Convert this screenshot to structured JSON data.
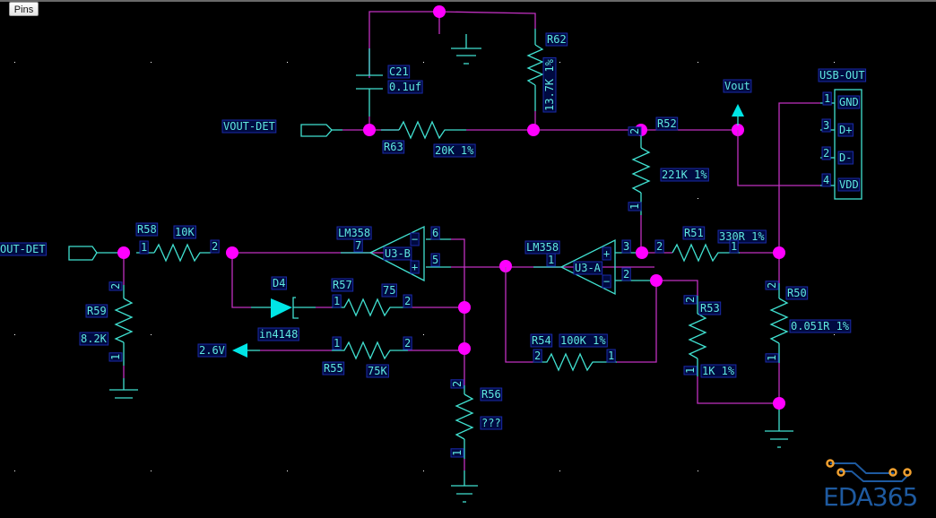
{
  "toolbar": {
    "pins_label": "Pins"
  },
  "colors": {
    "background": "#000000",
    "wire": "#c030c0",
    "component": "#40e0d0",
    "junction": "#ff00ff",
    "text": "#5fe8e0",
    "label_box": "#1a2aa8",
    "power_arrow": "#00e5e5",
    "logo_blue": "#1e5aa0",
    "logo_orange": "#f0a030"
  },
  "nets": {
    "vout_det_top": "VOUT-DET",
    "vout_det_left": "OUT-DET",
    "vout": "Vout",
    "ref_2v6": "2.6V"
  },
  "components": {
    "c21": {
      "ref": "C21",
      "value": "0.1uf"
    },
    "r62": {
      "ref": "R62",
      "value": "13.7K 1%"
    },
    "r63": {
      "ref": "R63",
      "value": "20K 1%"
    },
    "r52": {
      "ref": "R52",
      "value": "221K 1%",
      "pin_top": "2",
      "pin_bottom": "1"
    },
    "r58": {
      "ref": "R58",
      "value": "10K",
      "pin1": "1",
      "pin2": "2"
    },
    "r59": {
      "ref": "R59",
      "value": "8.2K",
      "pin_top": "2",
      "pin_bottom": "1"
    },
    "d4": {
      "ref": "D4",
      "value": "in4148"
    },
    "r57": {
      "ref": "R57",
      "value": "75",
      "pin1": "1",
      "pin2": "2"
    },
    "r55": {
      "ref": "R55",
      "value": "75K",
      "pin1": "1",
      "pin2": "2"
    },
    "r56": {
      "ref": "R56",
      "value": "???",
      "pin_top": "2",
      "pin_bottom": "1"
    },
    "u3b": {
      "ref": "U3-B",
      "part": "LM358",
      "pin_out": "7",
      "pin_minus": "6",
      "pin_plus": "5",
      "minus": "−",
      "plus": "+"
    },
    "u3a": {
      "ref": "U3-A",
      "part": "LM358",
      "pin_out": "1",
      "pin_plus": "3",
      "pin_minus": "2",
      "minus": "−",
      "plus": "+"
    },
    "r51": {
      "ref": "R51",
      "value": "330R 1%",
      "pin1": "1",
      "pin2": "2"
    },
    "r54": {
      "ref": "R54",
      "value": "100K 1%",
      "pin1": "1",
      "pin2": "2"
    },
    "r53": {
      "ref": "R53",
      "value": "1K 1%",
      "pin_top": "2",
      "pin_bottom": "1"
    },
    "r50": {
      "ref": "R50",
      "value": "0.051R 1%",
      "pin_top": "2",
      "pin_bottom": "1"
    },
    "usb": {
      "ref": "USB-OUT",
      "pins": [
        {
          "num": "1",
          "name": "GND"
        },
        {
          "num": "3",
          "name": "D+"
        },
        {
          "num": "2",
          "name": "D-"
        },
        {
          "num": "4",
          "name": "VDD"
        }
      ]
    }
  },
  "logo": {
    "text": "EDA365"
  }
}
